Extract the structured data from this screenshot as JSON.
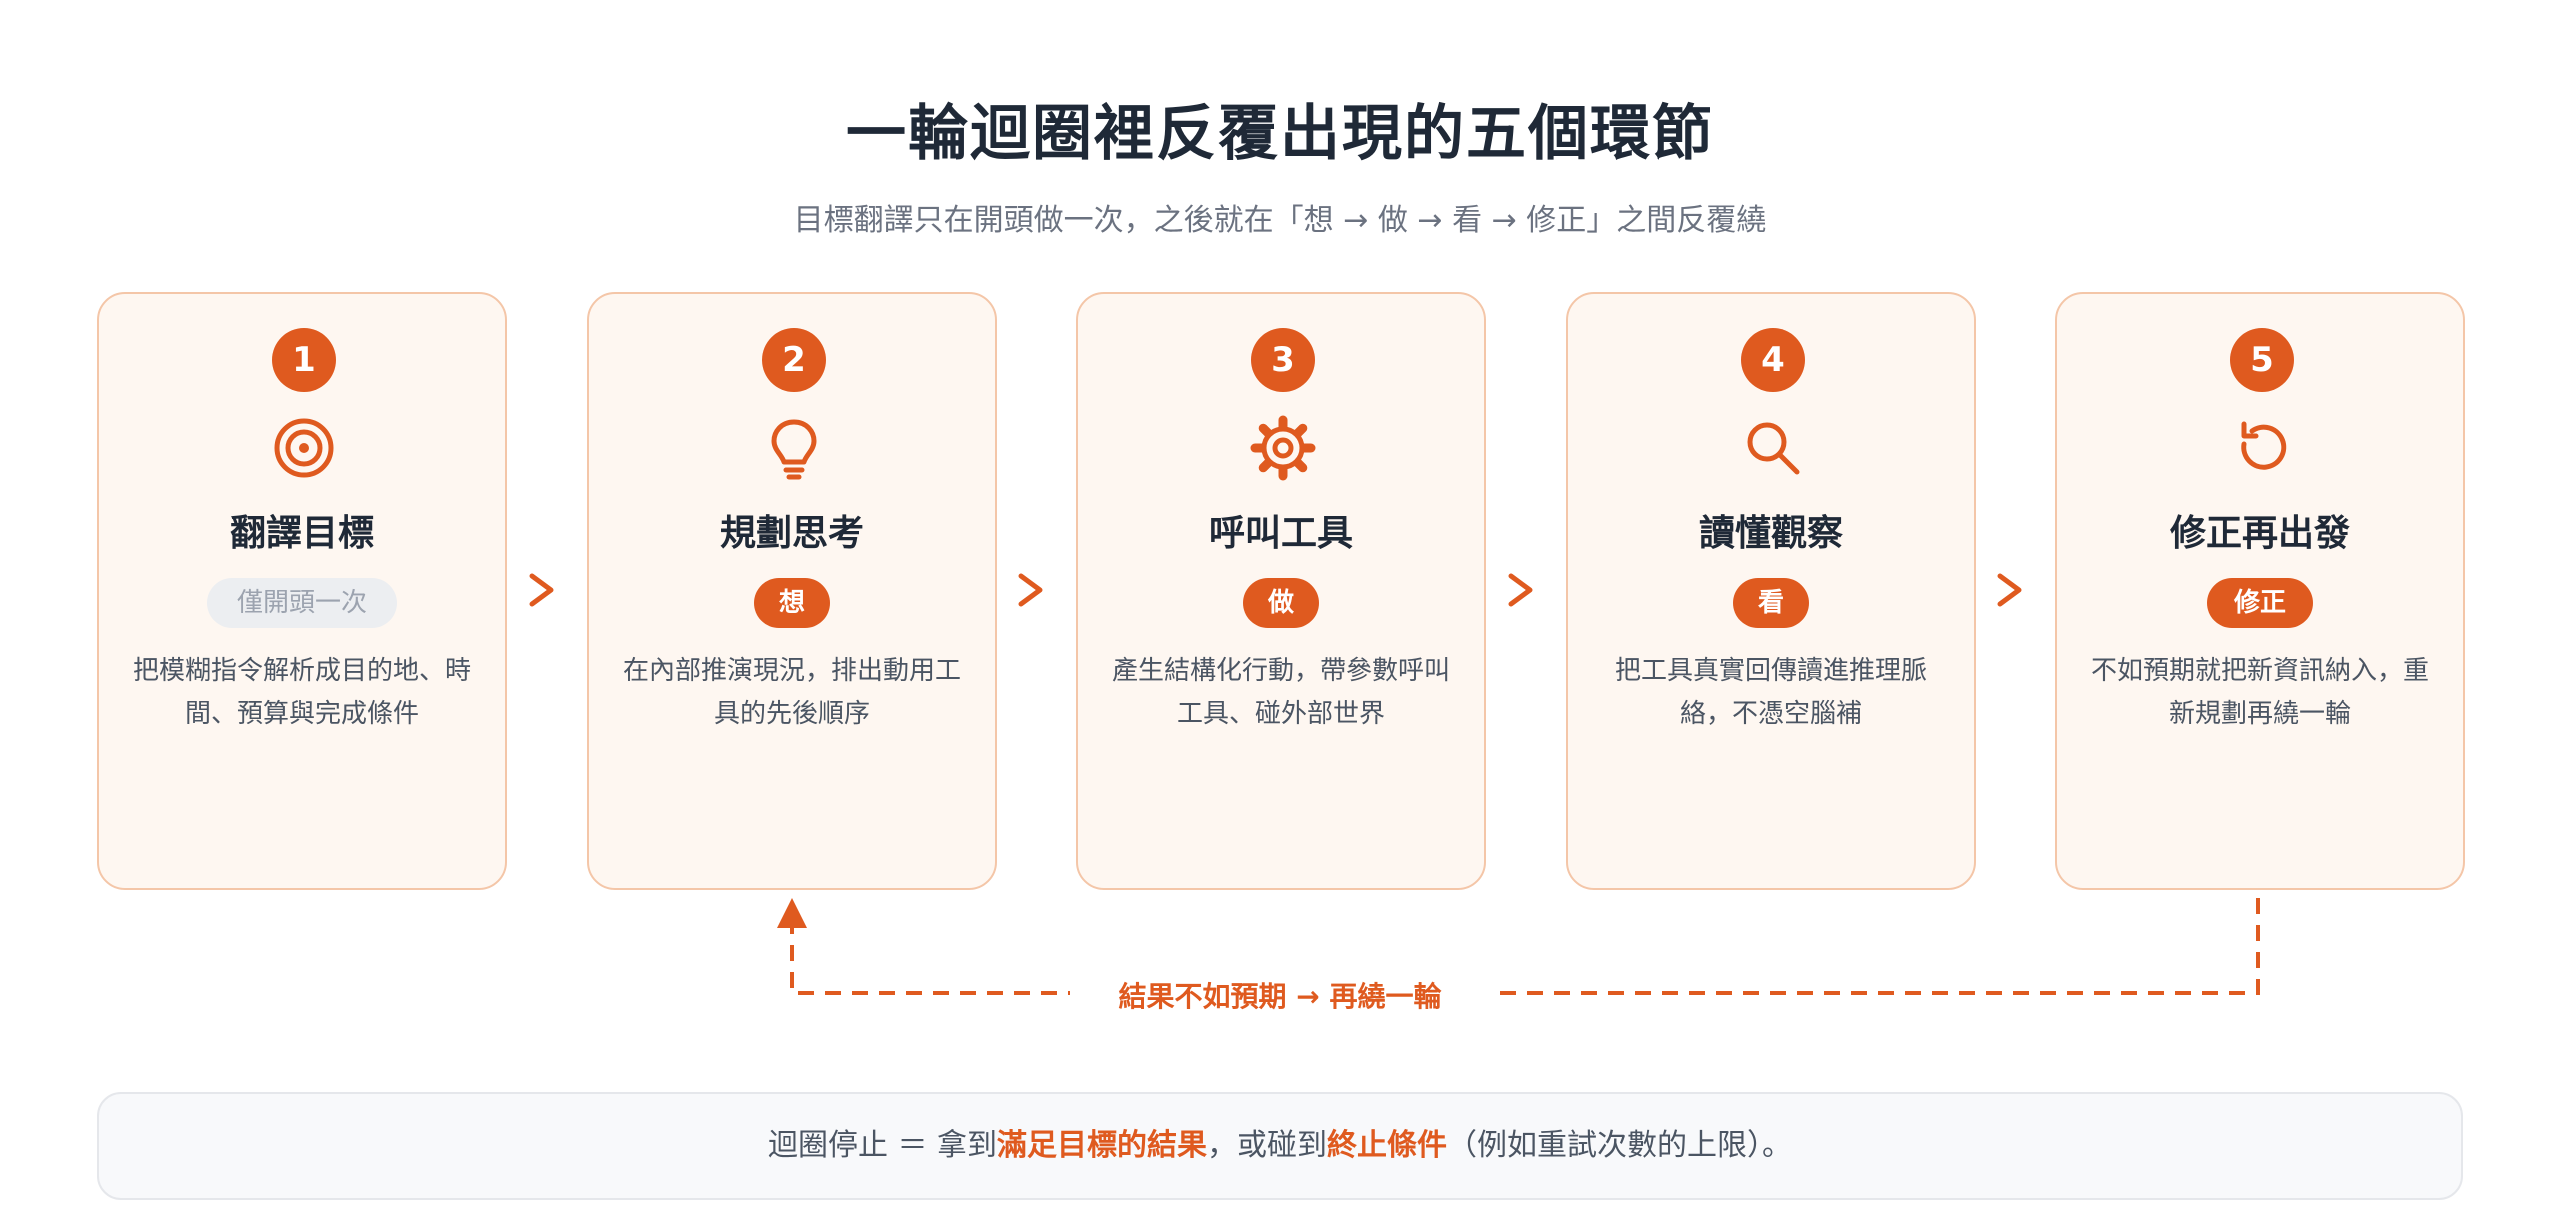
{
  "title": "一輪迴圈裡反覆出現的五個環節",
  "subtitle": "目標翻譯只在開頭做一次，之後就在「想 → 做 → 看 → 修正」之間反覆繞",
  "steps": [
    {
      "num": "1",
      "icon": "target-icon",
      "title": "翻譯目標",
      "badge": "僅開頭一次",
      "desc": "把模糊指令解析成目的地、時間、預算與完成條件"
    },
    {
      "num": "2",
      "icon": "lightbulb-icon",
      "title": "規劃思考",
      "badge": "想",
      "desc": "在內部推演現況，排出動用工具的先後順序"
    },
    {
      "num": "3",
      "icon": "gear-icon",
      "title": "呼叫工具",
      "badge": "做",
      "desc": "產生結構化行動，帶參數呼叫工具、碰外部世界"
    },
    {
      "num": "4",
      "icon": "search-icon",
      "title": "讀懂觀察",
      "badge": "看",
      "desc": "把工具真實回傳讀進推理脈絡，不憑空腦補"
    },
    {
      "num": "5",
      "icon": "rotate-icon",
      "title": "修正再出發",
      "badge": "修正",
      "desc": "不如預期就把新資訊納入，重新規劃再繞一輪"
    }
  ],
  "loop_label": "結果不如預期 → 再繞一輪",
  "footer": {
    "part1": "迴圈停止 ＝ 拿到",
    "highlight1": "滿足目標的結果",
    "part2": "，或碰到",
    "highlight2": "終止條件",
    "part3": "（例如重試次數的上限）。"
  },
  "colors": {
    "accent": "#df5a1f",
    "card_bg": "#fef7f1",
    "card_border": "#f4c6a8",
    "muted_badge": "#eceef1"
  }
}
